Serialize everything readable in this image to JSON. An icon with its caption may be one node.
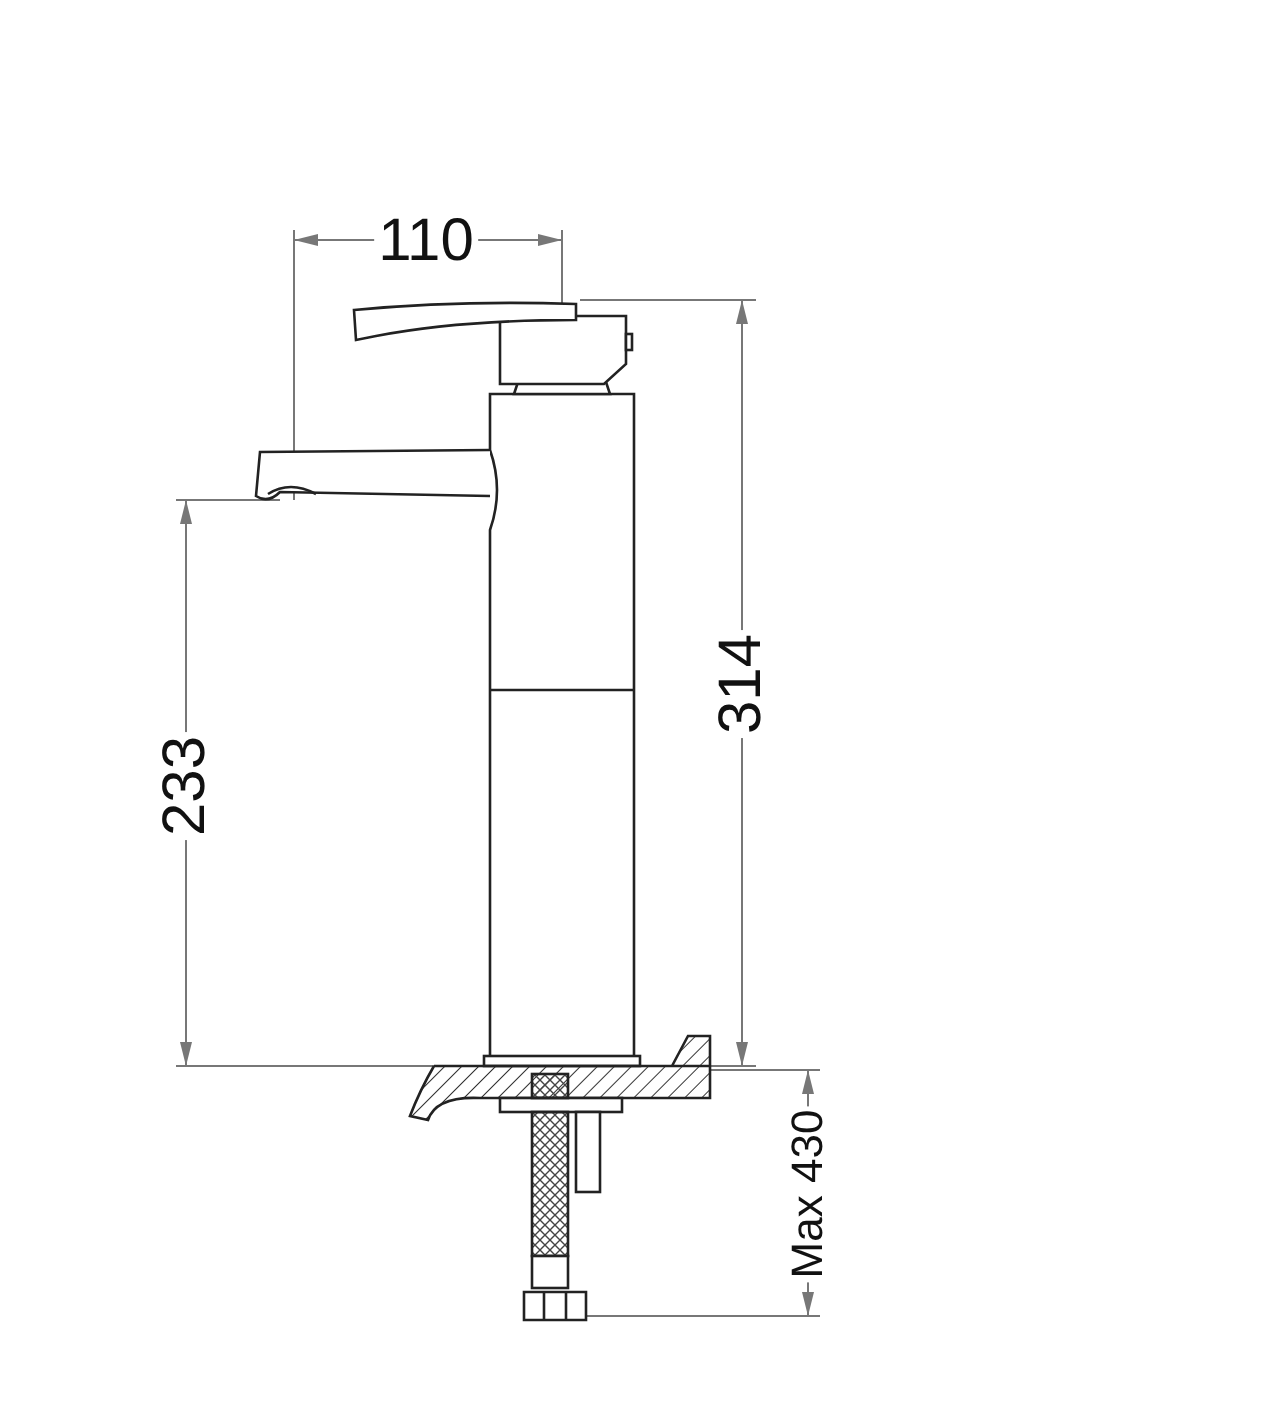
{
  "diagram": {
    "labels": [
      "110",
      "314",
      "233",
      "Max 430"
    ]
  }
}
